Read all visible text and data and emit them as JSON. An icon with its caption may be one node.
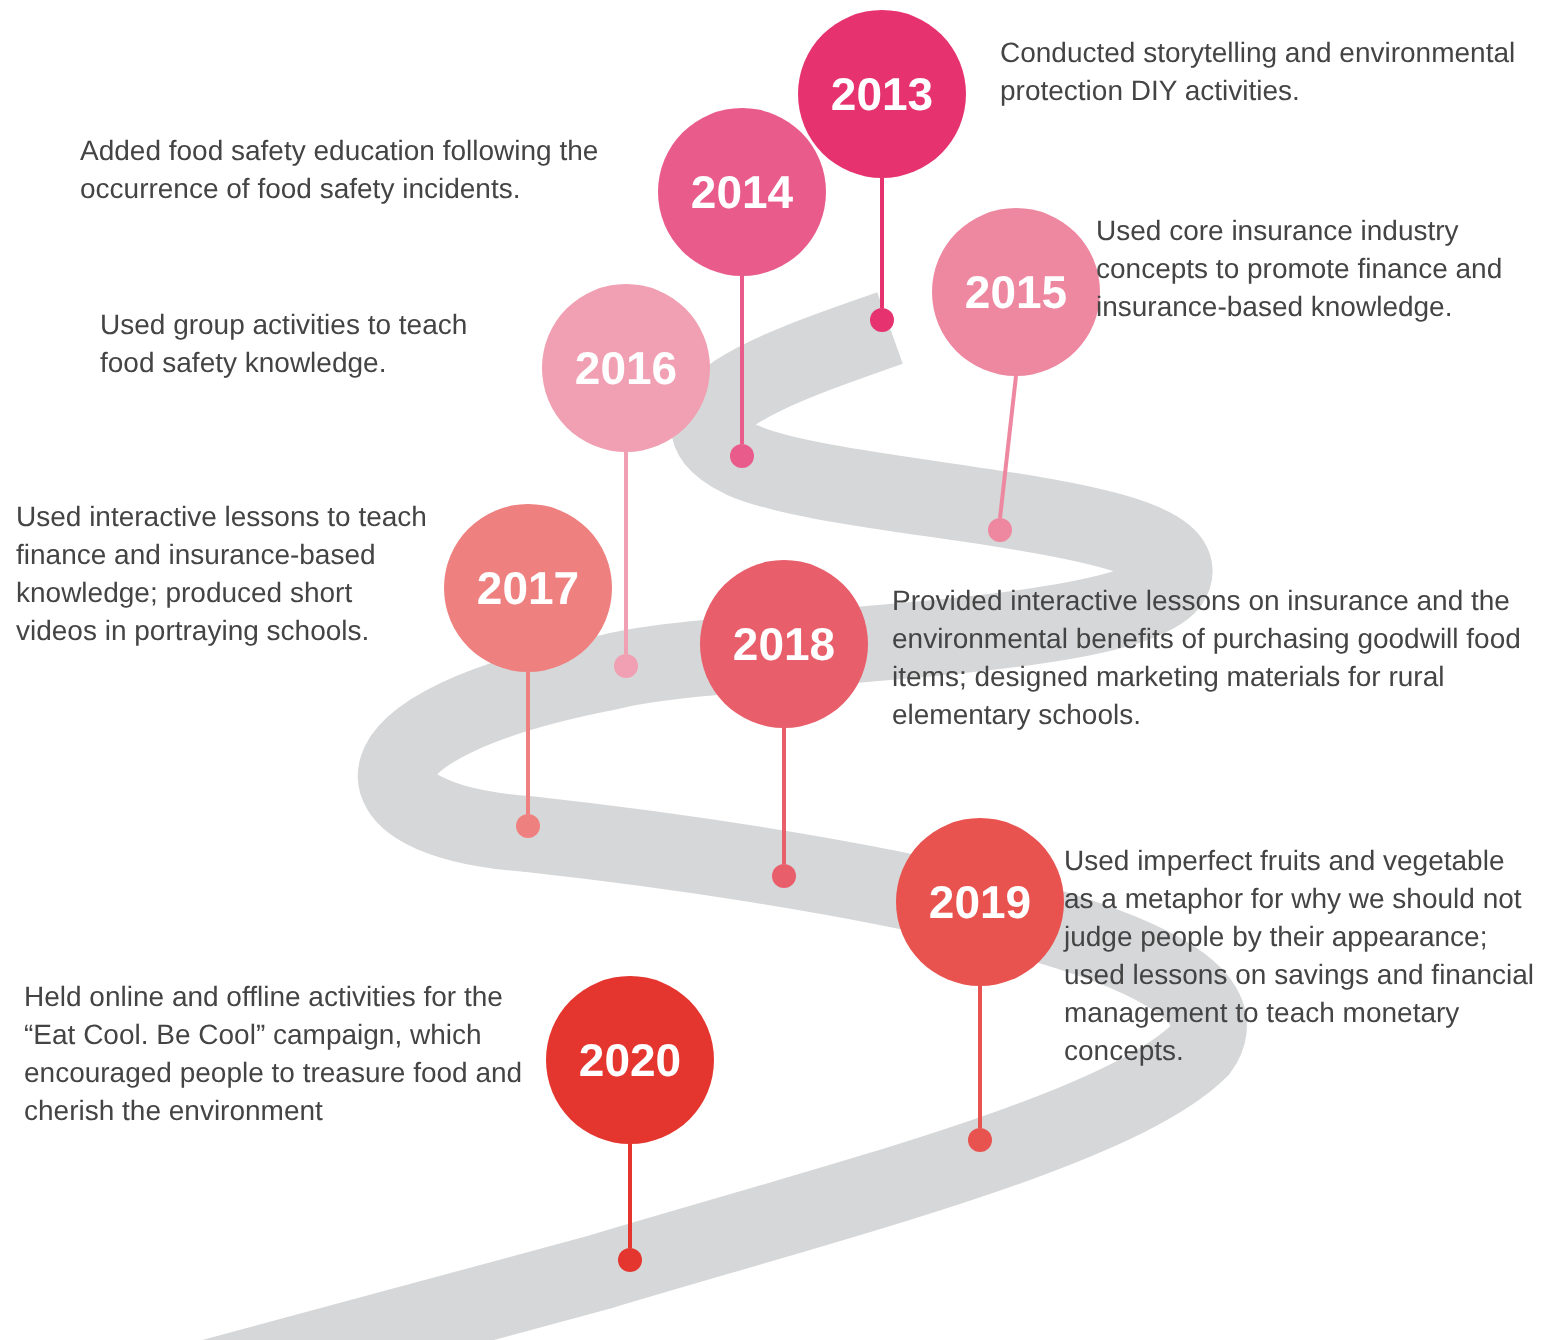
{
  "diagram": {
    "nodes": [
      {
        "text": [
          "2013"
        ],
        "beside": [
          "Conducted storytelling and environmental protection DIY activities."
        ]
      },
      {
        "text": [
          "2014"
        ],
        "beside": [
          "Added food safety education following the occurrence of food safety incidents."
        ]
      },
      {
        "text": [
          "2015"
        ],
        "beside": [
          "Used core insurance industry concepts to promote finance and insurance-based knowledge."
        ]
      },
      {
        "text": [
          "2016"
        ],
        "beside": [
          "Used group activities to teach food safety knowledge."
        ]
      },
      {
        "text": [
          "2017"
        ],
        "beside": [
          "Used interactive lessons to teach finance and insurance-based knowledge; produced short videos in portraying schools."
        ]
      },
      {
        "text": [
          "2018"
        ],
        "beside": [
          "Provided interactive lessons on insurance and the environmental benefits of purchasing goodwill food items; designed marketing materials for rural elementary schools."
        ]
      },
      {
        "text": [
          "2019"
        ],
        "beside": [
          "Used imperfect fruits and vegetable as a metaphor for why we should not judge people by their appearance; used lessons on savings and financial management to teach monetary concepts."
        ]
      },
      {
        "text": [
          "2020"
        ],
        "beside": [
          "Held online and offline activities for the “Eat Cool. Be Cool” campaign, which encouraged people to treasure food and cherish the environment"
        ]
      },
      {
        "text": [],
        "shape": "circle"
      },
      {
        "text": [],
        "shape": "circle"
      },
      {
        "text": [],
        "shape": "circle"
      },
      {
        "text": [],
        "shape": "circle"
      },
      {
        "text": [],
        "shape": "circle"
      },
      {
        "text": [],
        "shape": "circle"
      },
      {
        "text": [],
        "shape": "circle"
      },
      {
        "text": [],
        "shape": "circle"
      }
    ],
    "edges": [
      {
        "from": 0,
        "to": 8,
        "arrow": "none",
        "color": "#e6336f"
      },
      {
        "from": 1,
        "to": 9,
        "arrow": "none",
        "color": "#e95b8a"
      },
      {
        "from": 2,
        "to": 10,
        "arrow": "none",
        "color": "#ee87a0"
      },
      {
        "from": 3,
        "to": 11,
        "arrow": "none",
        "color": "#f19fb2"
      },
      {
        "from": 4,
        "to": 12,
        "arrow": "none",
        "color": "#ef8080"
      },
      {
        "from": 5,
        "to": 13,
        "arrow": "none",
        "color": "#e85e6a"
      },
      {
        "from": 6,
        "to": 14,
        "arrow": "none",
        "color": "#e9534f"
      },
      {
        "from": 7,
        "to": 15,
        "arrow": "none",
        "color": "#e4352e"
      }
    ]
  }
}
